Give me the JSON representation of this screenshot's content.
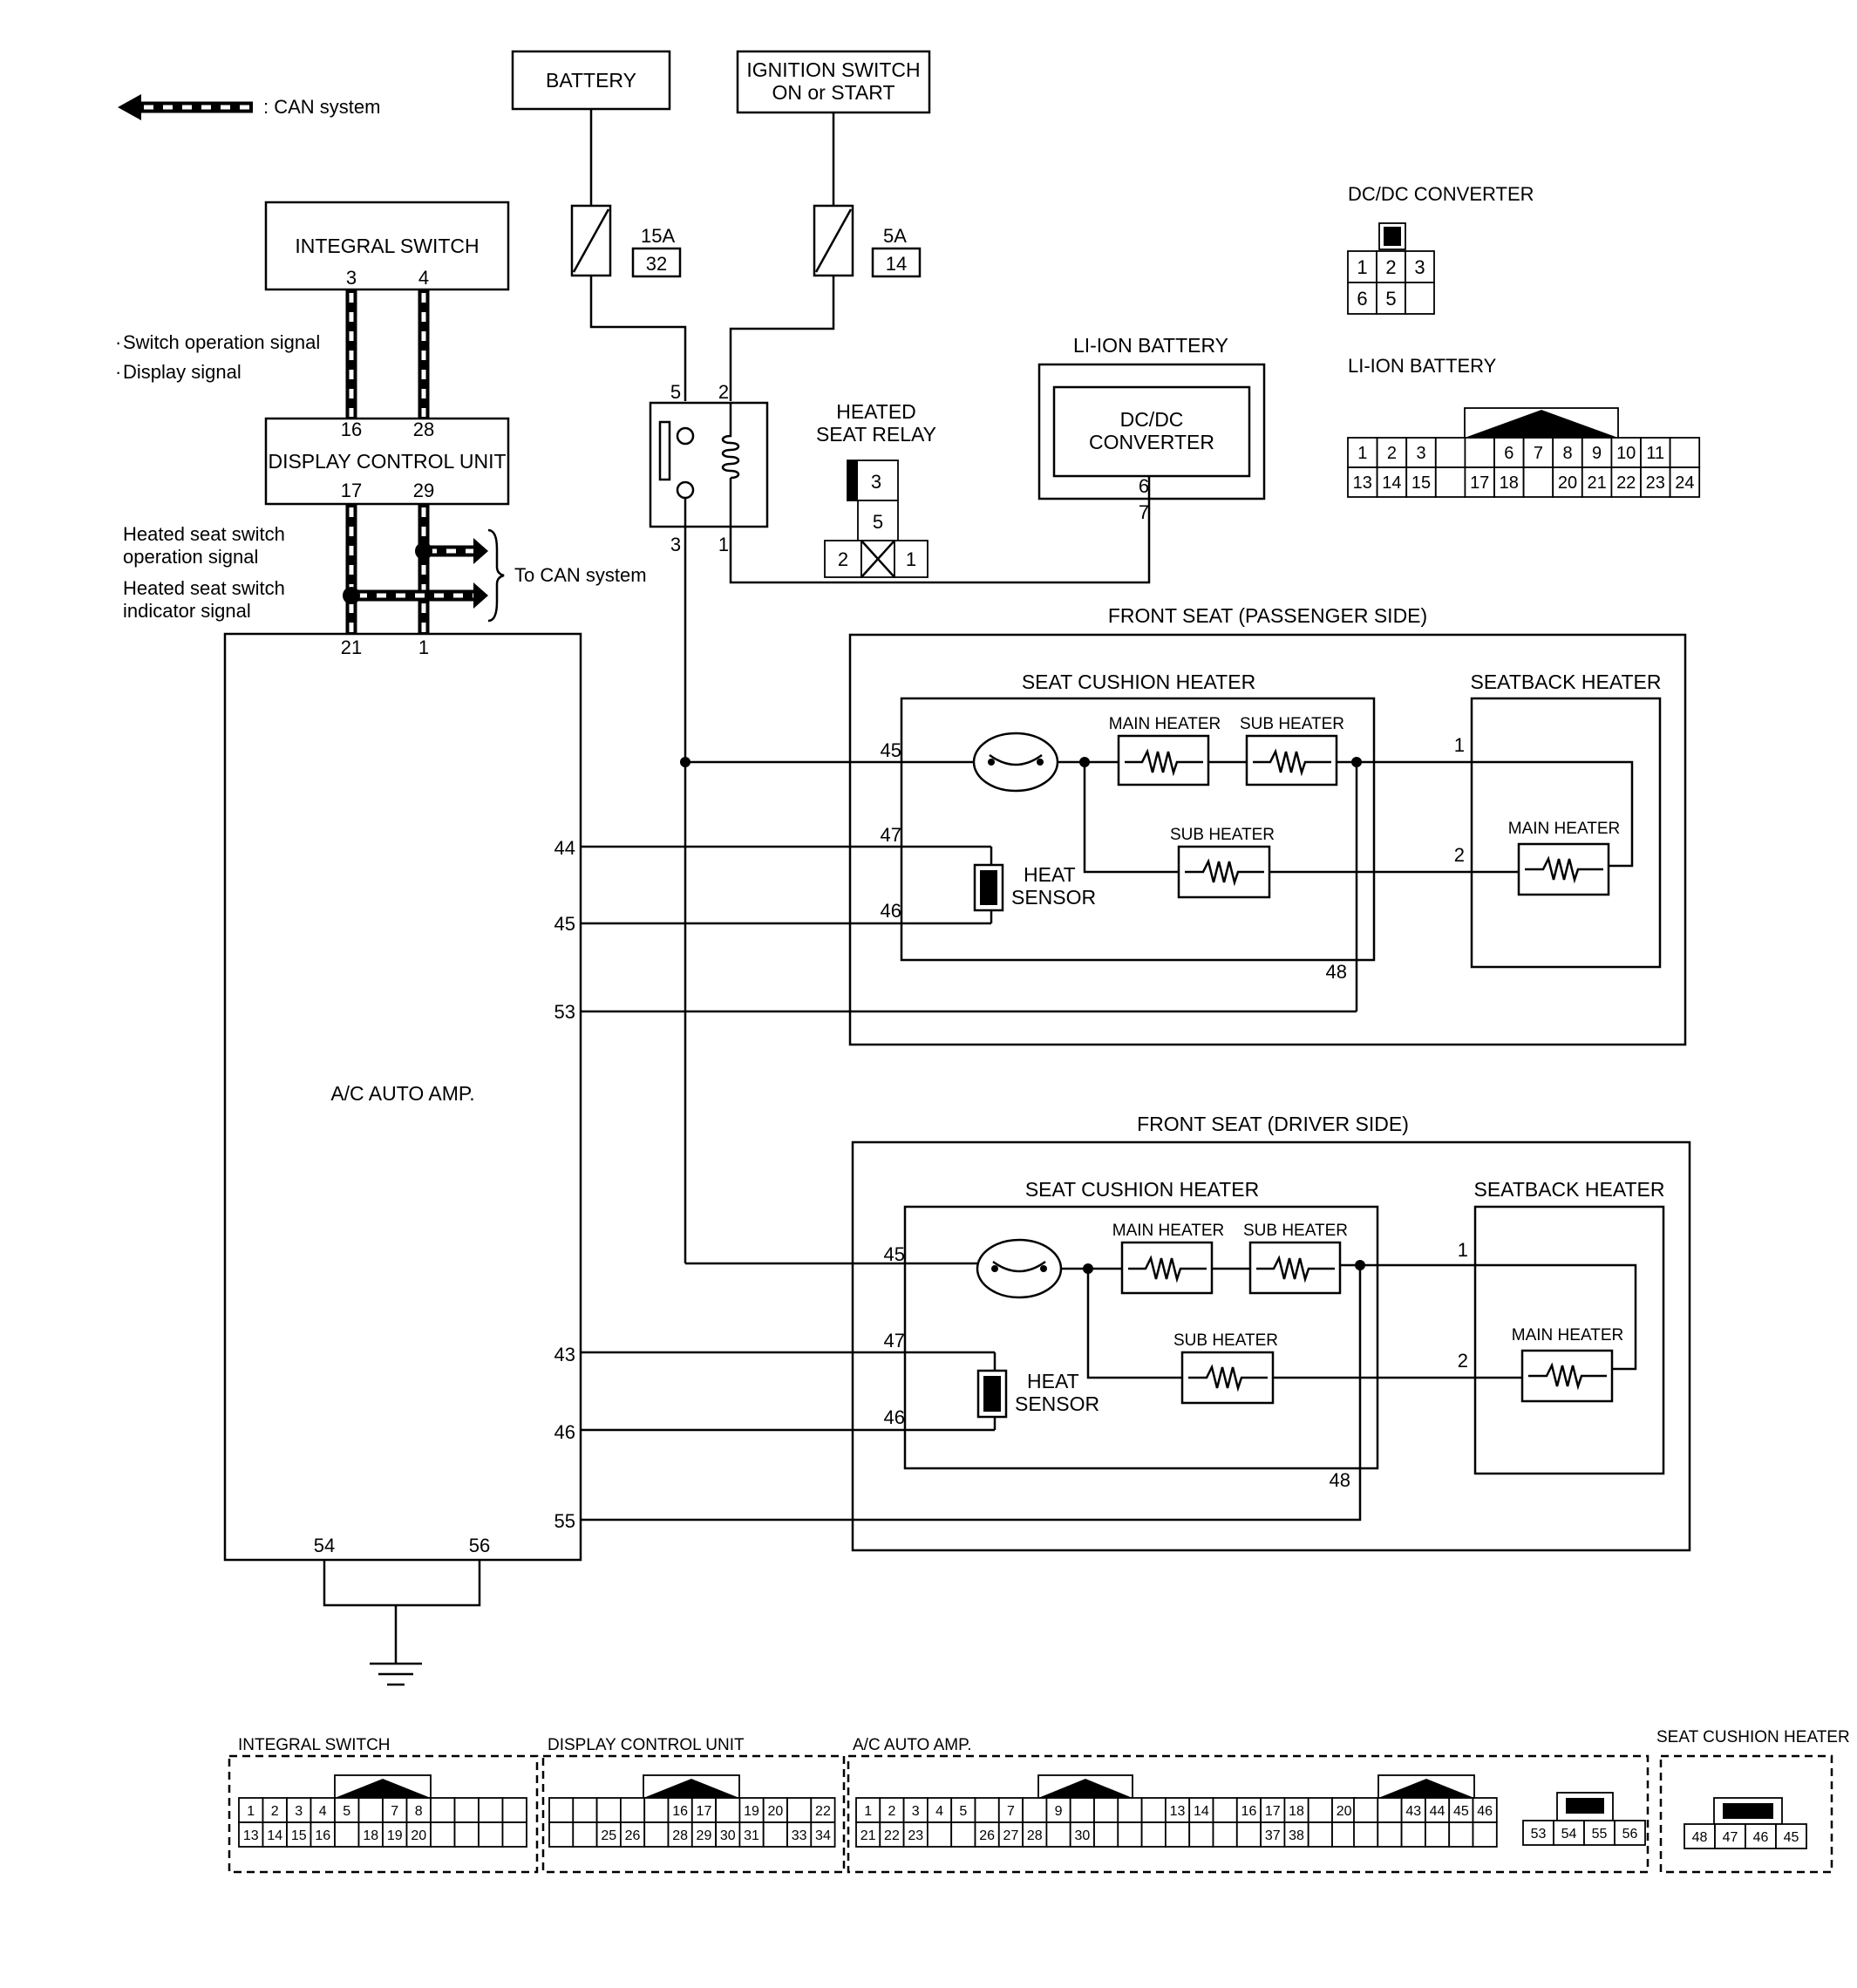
{
  "legend": {
    "can_label": ": CAN system"
  },
  "power": {
    "battery": "BATTERY",
    "ignition_line1": "IGNITION SWITCH",
    "ignition_line2": "ON or START",
    "fuse1_rating": "15A",
    "fuse1_number": "32",
    "fuse2_rating": "5A",
    "fuse2_number": "14"
  },
  "integral_switch": {
    "title": "INTEGRAL SWITCH",
    "pins": [
      "3",
      "4"
    ]
  },
  "signals": {
    "switch_operation": "Switch operation signal",
    "display": "Display signal",
    "heated_op_line1": "Heated seat switch",
    "heated_op_line2": "operation signal",
    "heated_ind_line1": "Heated seat switch",
    "heated_ind_line2": "indicator signal",
    "to_can": "To CAN system"
  },
  "display_control_unit": {
    "title": "DISPLAY CONTROL UNIT",
    "pins_top": [
      "16",
      "28"
    ],
    "pins_bottom": [
      "17",
      "29"
    ]
  },
  "relay": {
    "title_line1": "HEATED",
    "title_line2": "SEAT RELAY",
    "pins": [
      "5",
      "2",
      "3",
      "1"
    ],
    "connector_pins": [
      "3",
      "5",
      "2",
      "1"
    ]
  },
  "li_ion": {
    "title": "LI-ION BATTERY",
    "inner_line1": "DC/DC",
    "inner_line2": "CONVERTER",
    "pins": [
      "6",
      "7"
    ]
  },
  "ac_amp": {
    "title": "A/C AUTO AMP.",
    "pins_top": [
      "21",
      "1"
    ],
    "pins_passenger": [
      "44",
      "45",
      "53"
    ],
    "pins_driver": [
      "43",
      "46",
      "55"
    ],
    "pins_bottom": [
      "54",
      "56"
    ]
  },
  "passenger_seat": {
    "title": "FRONT SEAT (PASSENGER SIDE)",
    "cushion": "SEAT CUSHION HEATER",
    "seatback": "SEATBACK HEATER",
    "main_heater": "MAIN HEATER",
    "sub_heater": "SUB HEATER",
    "sub_heater2": "SUB HEATER",
    "back_main": "MAIN HEATER",
    "sensor_line1": "HEAT",
    "sensor_line2": "SENSOR",
    "pins": [
      "45",
      "47",
      "46",
      "48",
      "1",
      "2"
    ]
  },
  "driver_seat": {
    "title": "FRONT SEAT (DRIVER SIDE)",
    "cushion": "SEAT CUSHION HEATER",
    "seatback": "SEATBACK HEATER",
    "main_heater": "MAIN HEATER",
    "sub_heater": "SUB HEATER",
    "sub_heater2": "SUB HEATER",
    "back_main": "MAIN HEATER",
    "sensor_line1": "HEAT",
    "sensor_line2": "SENSOR",
    "pins": [
      "45",
      "47",
      "46",
      "48",
      "1",
      "2"
    ]
  },
  "connectors": {
    "dcdc": {
      "title": "DC/DC CONVERTER",
      "rows": [
        [
          "1",
          "2",
          "3"
        ],
        [
          "6",
          "5",
          ""
        ]
      ]
    },
    "liion": {
      "title": "LI-ION BATTERY",
      "rows": [
        [
          "1",
          "2",
          "3",
          "",
          "",
          "6",
          "7",
          "8",
          "9",
          "10",
          "11",
          ""
        ],
        [
          "13",
          "14",
          "15",
          "",
          "17",
          "18",
          "",
          "20",
          "21",
          "22",
          "23",
          "24"
        ]
      ]
    },
    "integral": {
      "title": "INTEGRAL SWITCH",
      "rows": [
        [
          "1",
          "2",
          "3",
          "4",
          "5",
          "",
          "7",
          "8",
          "",
          "",
          "",
          ""
        ],
        [
          "13",
          "14",
          "15",
          "16",
          "",
          "18",
          "19",
          "20",
          "",
          "",
          "",
          ""
        ]
      ]
    },
    "display": {
      "title": "DISPLAY CONTROL UNIT",
      "rows": [
        [
          "",
          "",
          "",
          "",
          "",
          "16",
          "17",
          "",
          "19",
          "20",
          "",
          "22"
        ],
        [
          "",
          "",
          "25",
          "26",
          "",
          "28",
          "29",
          "30",
          "31",
          "",
          "33",
          "34"
        ]
      ]
    },
    "ac_amp": {
      "title": "A/C AUTO AMP.",
      "rows1": [
        [
          "1",
          "2",
          "3",
          "4",
          "5",
          "",
          "7",
          "",
          "9",
          "",
          "",
          "",
          "",
          "13",
          "14",
          "",
          "16",
          "17",
          "18",
          "",
          "20"
        ],
        [
          "21",
          "22",
          "23",
          "",
          "",
          "26",
          "27",
          "28",
          "",
          "30",
          "",
          "",
          "",
          "",
          "",
          "",
          "",
          "37",
          "38",
          "",
          ""
        ]
      ],
      "rows2": [
        [
          "",
          "",
          "43",
          "44",
          "45",
          "46"
        ],
        [
          "",
          "",
          "",
          "",
          "",
          ""
        ]
      ],
      "rows3": [
        [
          "53",
          "54",
          "55",
          "56"
        ]
      ]
    },
    "cushion": {
      "title": "SEAT CUSHION HEATER",
      "rows": [
        [
          "48",
          "47",
          "46",
          "45"
        ]
      ]
    }
  }
}
